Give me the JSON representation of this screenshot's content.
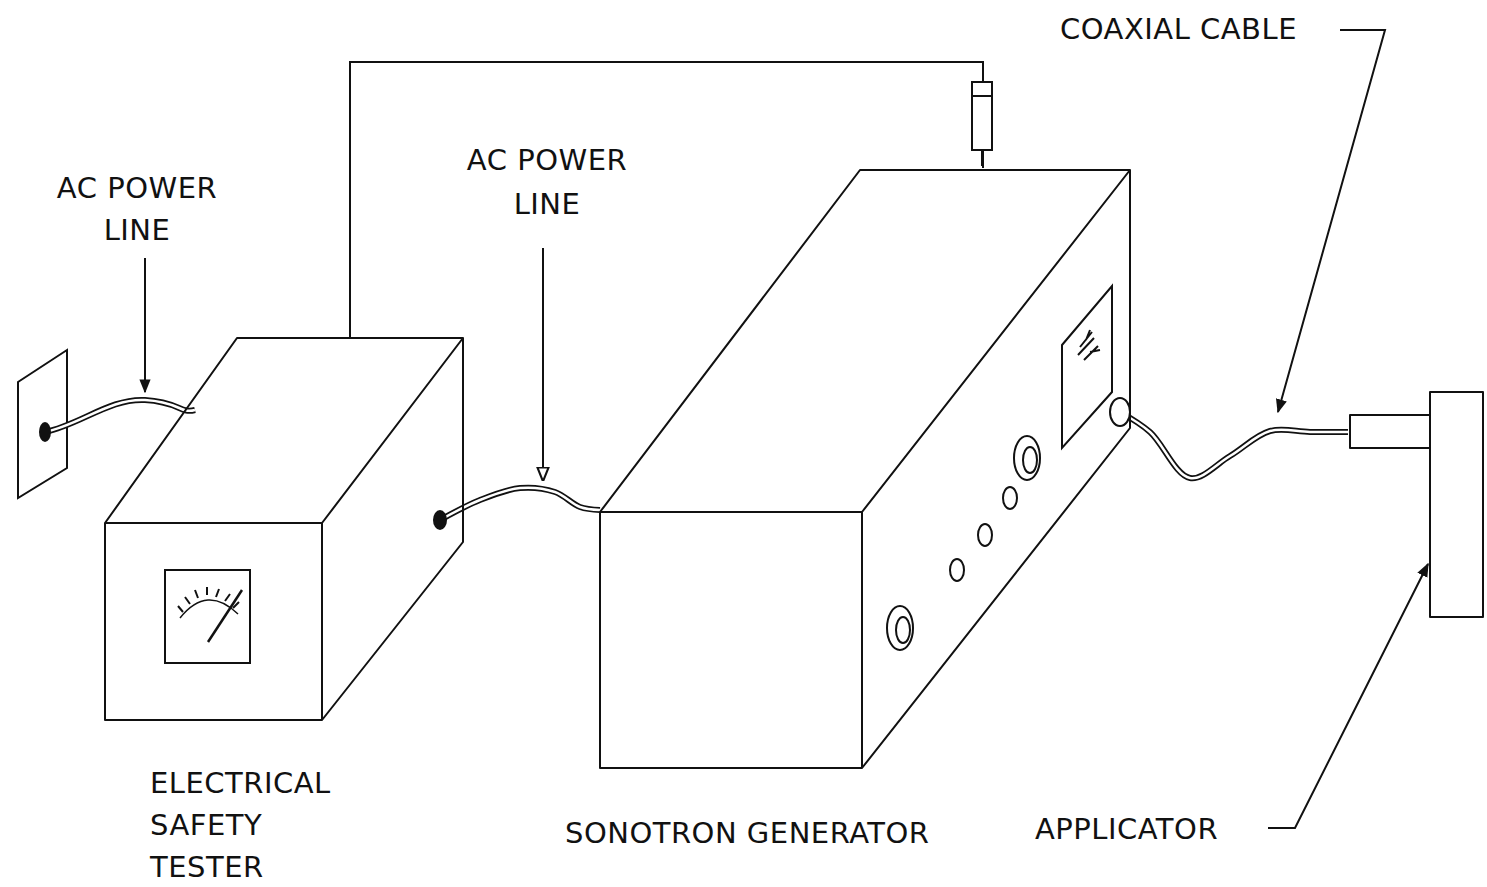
{
  "diagram": {
    "nodes": [
      {
        "text": [
          "ELECTRICAL SAFETY TESTER"
        ]
      },
      {
        "text": [
          "SONOTRON GENERATOR"
        ]
      },
      {
        "text": [
          "APPLICATOR"
        ]
      }
    ],
    "edges": [
      {
        "from": 0,
        "to": 1,
        "arrow": "none"
      },
      {
        "from": 0,
        "to": 1,
        "arrow": "none"
      },
      {
        "from": 1,
        "to": 2,
        "arrow": "none"
      }
    ],
    "labels": [
      "AC POWER LINE",
      "AC POWER LINE",
      "COAXIAL CABLE"
    ]
  }
}
